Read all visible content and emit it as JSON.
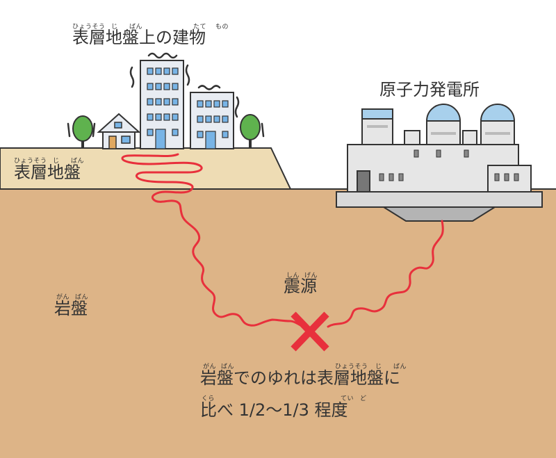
{
  "colors": {
    "sky": "#ffffff",
    "surface_ground": "#eedcb4",
    "bedrock": "#ddb487",
    "outline": "#333333",
    "building_fill": "#e8ecf2",
    "window": "#78b4e6",
    "wave": "#e8303c",
    "tree": "#5fb24e",
    "plant_wall": "#d9d9d9",
    "plant_dark": "#b4b4b4",
    "dome": "#a8d0ec"
  },
  "labels": {
    "buildings_on_surface": {
      "text": "表層地盤上の建物",
      "ruby1": "ひょうそう",
      "ruby2": "じ",
      "ruby3": "ばん",
      "ruby4": "たて",
      "ruby5": "もの"
    },
    "power_plant": {
      "text": "原子力発電所"
    },
    "surface_ground": {
      "text": "表層地盤",
      "ruby1": "ひょうそう",
      "ruby2": "じ",
      "ruby3": "ばん"
    },
    "bedrock": {
      "text": "岩盤",
      "ruby1": "がん",
      "ruby2": "ばん"
    },
    "epicenter": {
      "text": "震源",
      "ruby1": "しん",
      "ruby2": "げん"
    },
    "note": {
      "line1": "岩盤でのゆれは表層地盤に",
      "line2": "比べ 1/2〜1/3 程度",
      "ruby_line1_a": "がん",
      "ruby_line1_b": "ばん",
      "ruby_line1_c": "ひょうそう",
      "ruby_line1_d": "じ",
      "ruby_line1_e": "ばん",
      "ruby_line2_a": "くら",
      "ruby_line2_b": "てい",
      "ruby_line2_c": "ど"
    }
  },
  "icons": [
    "house-icon",
    "tall-building-icon",
    "mid-building-icon",
    "tree-icon",
    "power-plant-icon",
    "reactor-dome-icon",
    "epicenter-cross-icon",
    "seismic-wave-icon",
    "vibration-lines-icon"
  ]
}
